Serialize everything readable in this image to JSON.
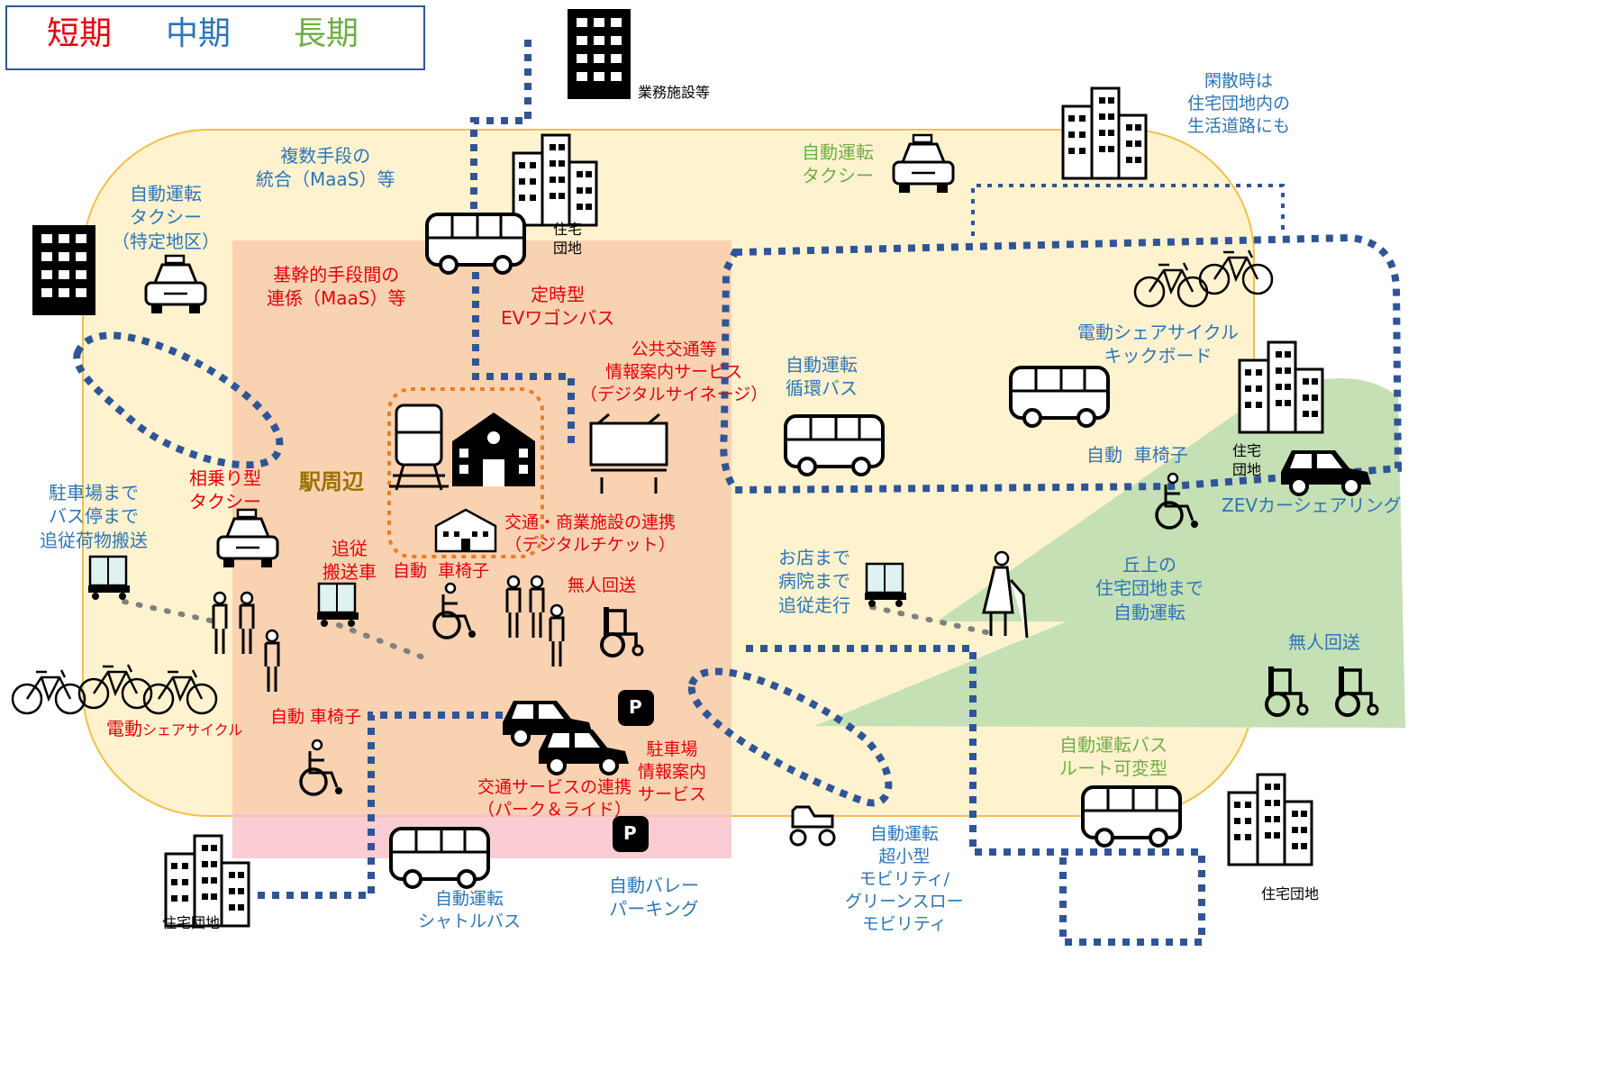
{
  "legend": {
    "short_term": "短期",
    "mid_term": "中期",
    "long_term": "長期"
  },
  "colors": {
    "short_term": "#e8000b",
    "mid_term": "#2e75b6",
    "long_term": "#70ad47",
    "station_area": "#9c7000",
    "route_dots": "#2f5597"
  },
  "labels": {
    "business_facilities": "業務施設等",
    "idle_time_note": "閑散時は\n住宅団地内の\n生活道路にも",
    "maas_integration": "複数手段の\n統合（MaaS）等",
    "housing_complex_top": "住宅\n団地",
    "autonomous_taxi_green": "自動運転\nタクシー",
    "autonomous_taxi_special": "自動運転\nタクシー\n（特定地区）",
    "trunk_maas": "基幹的手段間の\n連係（MaaS）等",
    "ev_wagon_bus": "定時型\nEVワゴンバス",
    "public_transport_info": "公共交通等\n情報案内サービス\n（デジタルサイネージ）",
    "ebike_kickboard": "電動シェアサイクル\nキックボード",
    "autonomous_loop_bus": "自動運転\n循環バス",
    "station_area": "駅周辺",
    "shared_taxi": "相乗り型\nタクシー",
    "transport_commerce": "交通・商業施設の連携\n（デジタルチケット）",
    "auto_wheelchair_right": "自動  車椅子",
    "housing_complex_right": "住宅\n団地",
    "zev_car_sharing": "ZEVカーシェアリング",
    "parking_to_bus": "駐車場まで\nバス停まで\n追従荷物搬送",
    "following_carrier": "追従\n搬送車",
    "auto_wheelchair_station": "自動  車椅子",
    "unmanned_return_center": "無人回送",
    "store_hospital": "お店まで\n病院まで\n追従走行",
    "hilltop_housing": "丘上の\n住宅団地まで\n自動運転",
    "unmanned_return_right": "無人回送",
    "ebike_share_left_prefix": "電動",
    "ebike_share_left_suffix": "シェアサイクル",
    "auto_wheelchair_left": "自動  車椅子",
    "parking_info": "駐車場\n情報案内\nサービス",
    "park_and_ride": "交通サービスの連携\n（パーク＆ライド）",
    "variable_route_bus": "自動運転バス\nルート可変型",
    "micro_mobility": "自動運転\n超小型\nモビリティ/\nグリーンスロー\nモビリティ",
    "housing_complex_br": "住宅団地",
    "valet_parking": "自動バレー\nパーキング",
    "shuttle_bus": "自動運転\nシャトルバス",
    "housing_complex_bl": "住宅団地",
    "parking_sign": "P"
  }
}
